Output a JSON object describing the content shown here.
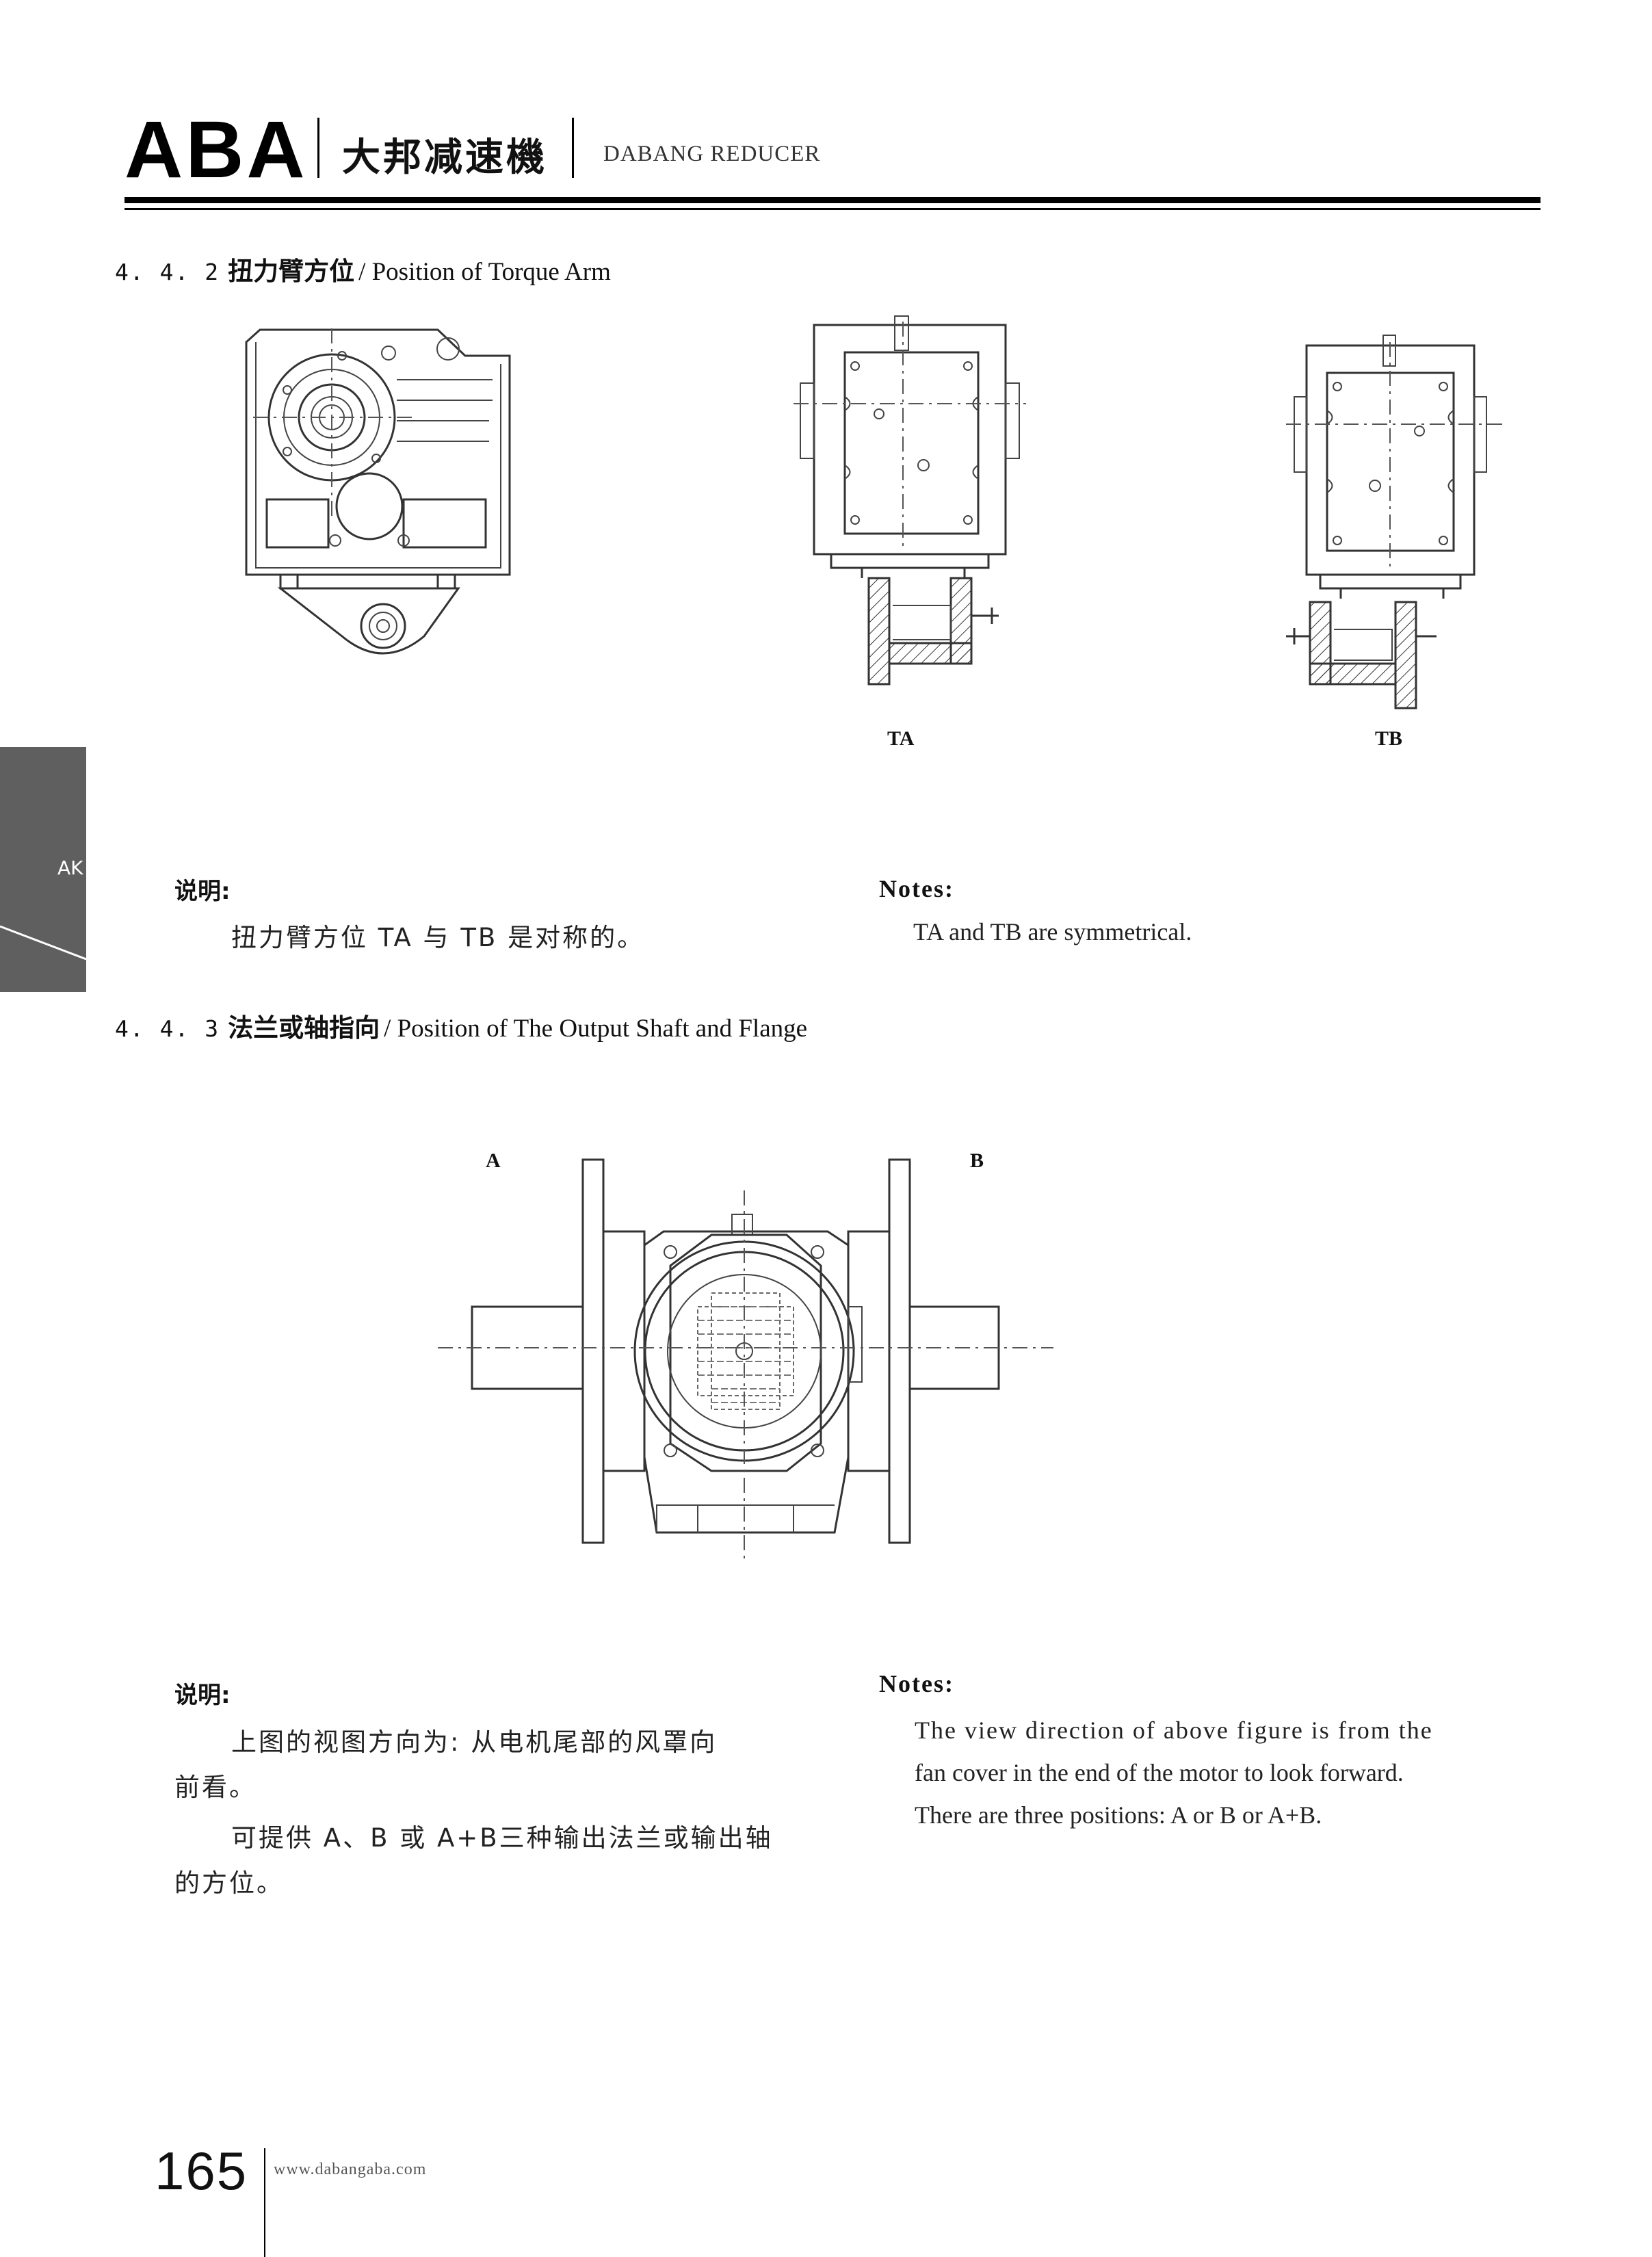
{
  "header": {
    "logo": "ABA",
    "brand_cn": "大邦减速機",
    "brand_en": "DABANG REDUCER"
  },
  "side_tab": {
    "label": "AK"
  },
  "section1": {
    "number": "4. 4. 2",
    "title_cn": "扭力臂方位",
    "title_en": "/ Position of Torque Arm",
    "label_ta": "TA",
    "label_tb": "TB",
    "note_cn_heading": "说明:",
    "note_cn_text": "扭力臂方位 TA 与 TB 是对称的。",
    "note_en_heading": "Notes:",
    "note_en_text": "TA and TB are symmetrical."
  },
  "section2": {
    "number": "4. 4. 3",
    "title_cn": "法兰或轴指向",
    "title_en": "/ Position of The Output Shaft and Flange",
    "label_a": "A",
    "label_b": "B",
    "note_cn_heading": "说明:",
    "note_cn_lines": [
      "上图的视图方向为: 从电机尾部的风罩向",
      "前看。",
      "可提供 A、B 或 A+B三种输出法兰或输出轴",
      "的方位。"
    ],
    "note_en_heading": "Notes:",
    "note_en_lines": [
      "The view direction of above figure is from the",
      "fan cover in the end of the motor to look forward.",
      "There are three positions: A or B or A+B."
    ]
  },
  "footer": {
    "page_number": "165",
    "url": "www.dabangaba.com"
  }
}
